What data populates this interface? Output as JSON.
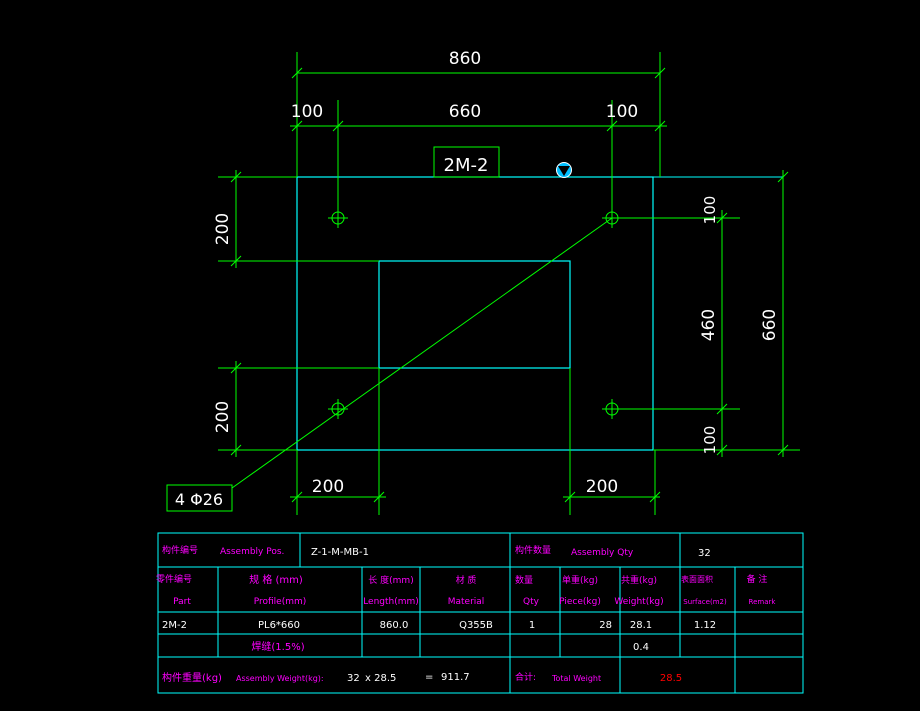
{
  "colors": {
    "background": "#000000",
    "plate_outline": "#00ffff",
    "dimension_lines": "#00ff00",
    "dimension_text": "#ffffff",
    "table_lines": "#00ffff",
    "table_label": "#ff00ff",
    "table_value": "#ffffff",
    "total_weight": "#ff0000"
  },
  "dimensions": {
    "overall_width": "860",
    "edge_left": "100",
    "hole_spacing_x": "660",
    "edge_right": "100",
    "left_top": "200",
    "left_bottom": "200",
    "right_top": "100",
    "right_mid": "460",
    "right_bottom": "100",
    "overall_height": "660",
    "bottom_left": "200",
    "bottom_right": "200"
  },
  "part_label": "2M-2",
  "hole_label": "4 Φ26",
  "marker_icon": "view-direction-triangle-icon",
  "table": {
    "assembly_pos_cn": "构件编号",
    "assembly_pos_en": "Assembly Pos.",
    "assembly_pos_value": "Z-1-M-MB-1",
    "assembly_qty_cn": "构件数量",
    "assembly_qty_en": "Assembly Qty",
    "assembly_qty_value": "32",
    "headers": {
      "part_cn": "零件编号",
      "part_en": "Part",
      "profile_cn": "规 格 (mm)",
      "profile_en": "Profile(mm)",
      "length_cn": "长 度(mm)",
      "length_en": "Length(mm)",
      "material_cn": "材 质",
      "material_en": "Material",
      "qty_cn": "数量",
      "qty_en": "Qty",
      "piece_cn": "单重(kg)",
      "piece_en": "Piece(kg)",
      "weight_cn": "共重(kg)",
      "weight_en": "Weight(kg)",
      "surface_cn": "表面面积",
      "surface_en": "Surface(m2)",
      "remark_cn": "备 注",
      "remark_en": "Remark"
    },
    "row": {
      "part": "2M-2",
      "profile": "PL6*660",
      "length": "860.0",
      "material": "Q355B",
      "qty": "1",
      "piece": "28",
      "weight": "28.1",
      "surface": "1.12"
    },
    "weld_label": "焊缝(1.5%)",
    "weld_weight": "0.4",
    "total_cn": "构件重量(kg)",
    "total_en": "Assembly Weight(kg):",
    "total_qty": "32",
    "total_times": "x 28.5",
    "total_eq": "=",
    "total_value": "911.7",
    "sum_cn": "合计:",
    "sum_en": "Total Weight",
    "sum_value": "28.5"
  }
}
